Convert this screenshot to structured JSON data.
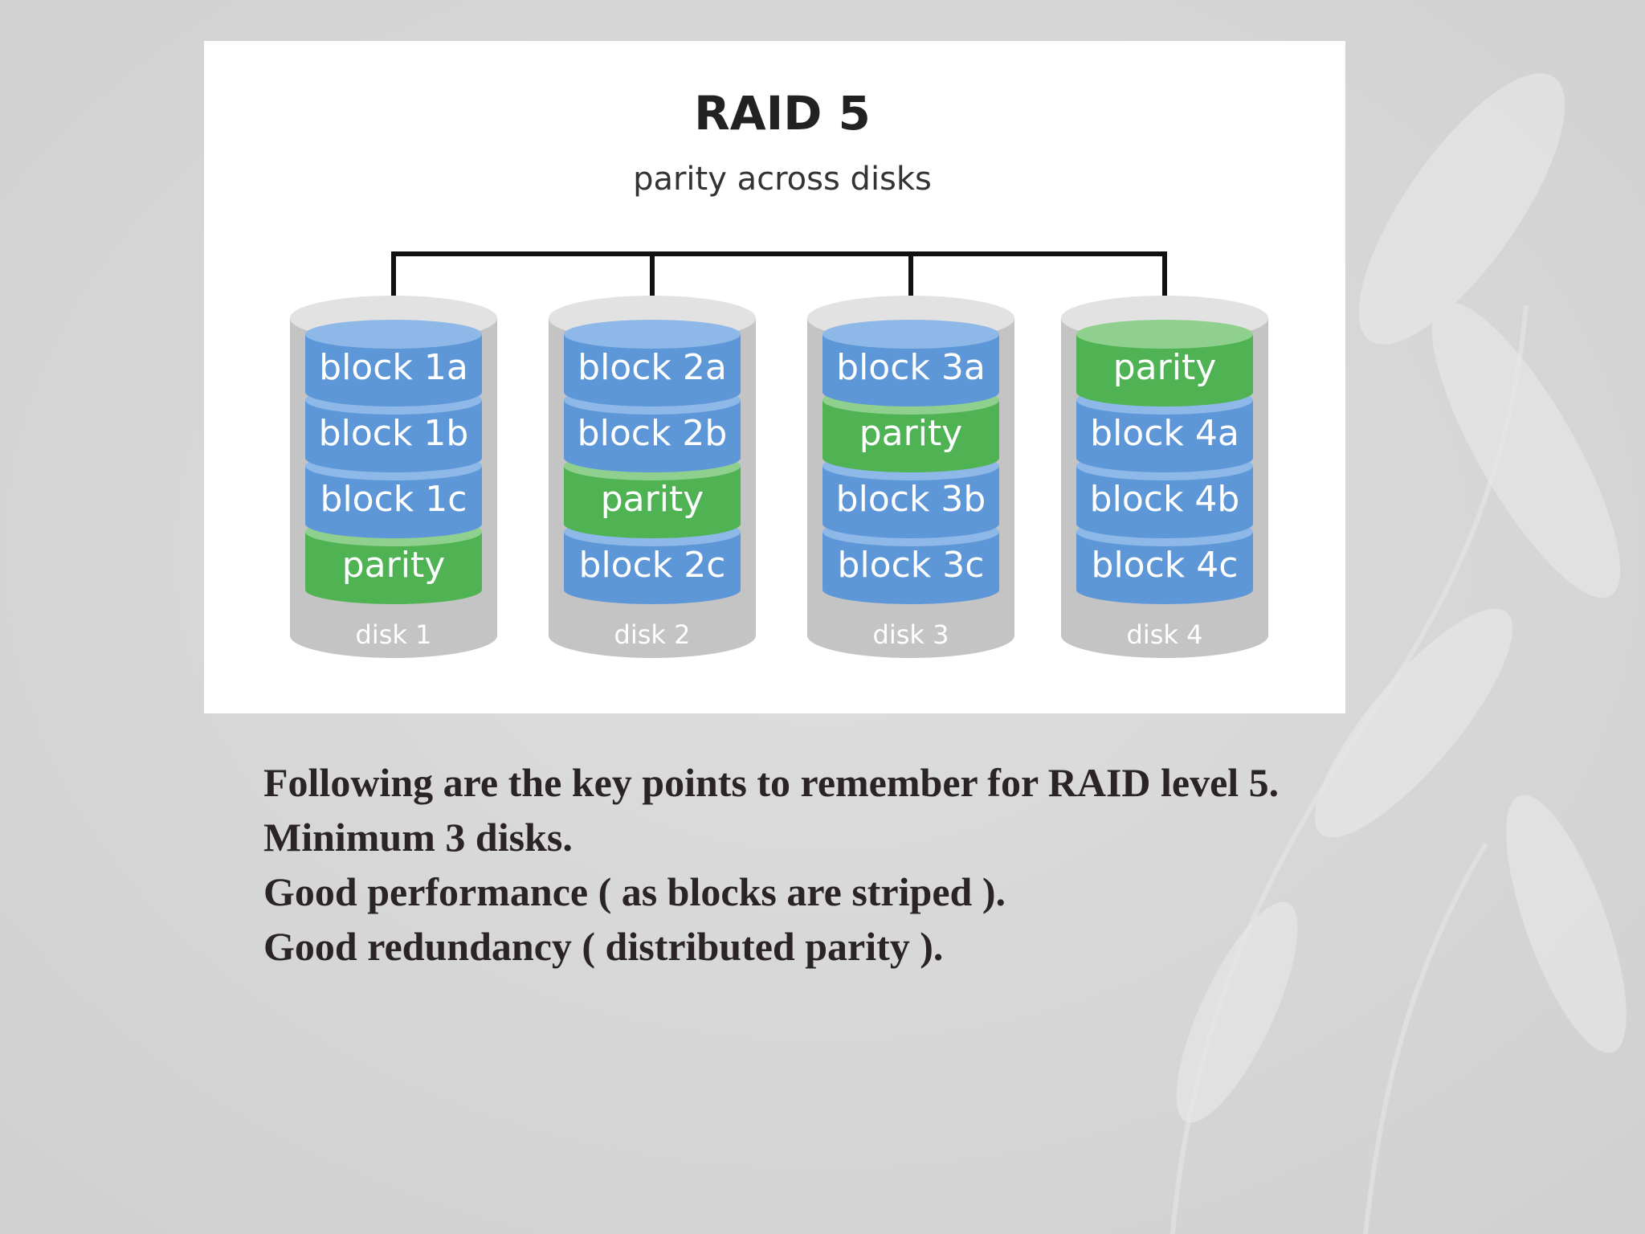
{
  "slide": {
    "diagram": {
      "title": "RAID 5",
      "subtitle": "parity across disks",
      "colors": {
        "data_block": "#5e97d8",
        "data_block_top": "#8db8e8",
        "parity_block": "#4fb354",
        "parity_block_top": "#8fd08f",
        "disk_shell": "#c4c4c4",
        "connector": "#111111"
      },
      "disks": [
        {
          "label": "disk 1",
          "blocks": [
            {
              "text": "block 1a",
              "kind": "data"
            },
            {
              "text": "block 1b",
              "kind": "data"
            },
            {
              "text": "block 1c",
              "kind": "data"
            },
            {
              "text": "parity",
              "kind": "parity"
            }
          ]
        },
        {
          "label": "disk 2",
          "blocks": [
            {
              "text": "block 2a",
              "kind": "data"
            },
            {
              "text": "block 2b",
              "kind": "data"
            },
            {
              "text": "parity",
              "kind": "parity"
            },
            {
              "text": "block 2c",
              "kind": "data"
            }
          ]
        },
        {
          "label": "disk 3",
          "blocks": [
            {
              "text": "block 3a",
              "kind": "data"
            },
            {
              "text": "parity",
              "kind": "parity"
            },
            {
              "text": "block 3b",
              "kind": "data"
            },
            {
              "text": "block 3c",
              "kind": "data"
            }
          ]
        },
        {
          "label": "disk 4",
          "blocks": [
            {
              "text": "parity",
              "kind": "parity"
            },
            {
              "text": "block 4a",
              "kind": "data"
            },
            {
              "text": "block 4b",
              "kind": "data"
            },
            {
              "text": "block 4c",
              "kind": "data"
            }
          ]
        }
      ]
    },
    "notes": [
      "Following are the key points to remember for RAID level 5.",
      "Minimum 3 disks.",
      "Good performance ( as blocks are striped ).",
      "Good redundancy ( distributed parity )."
    ]
  }
}
